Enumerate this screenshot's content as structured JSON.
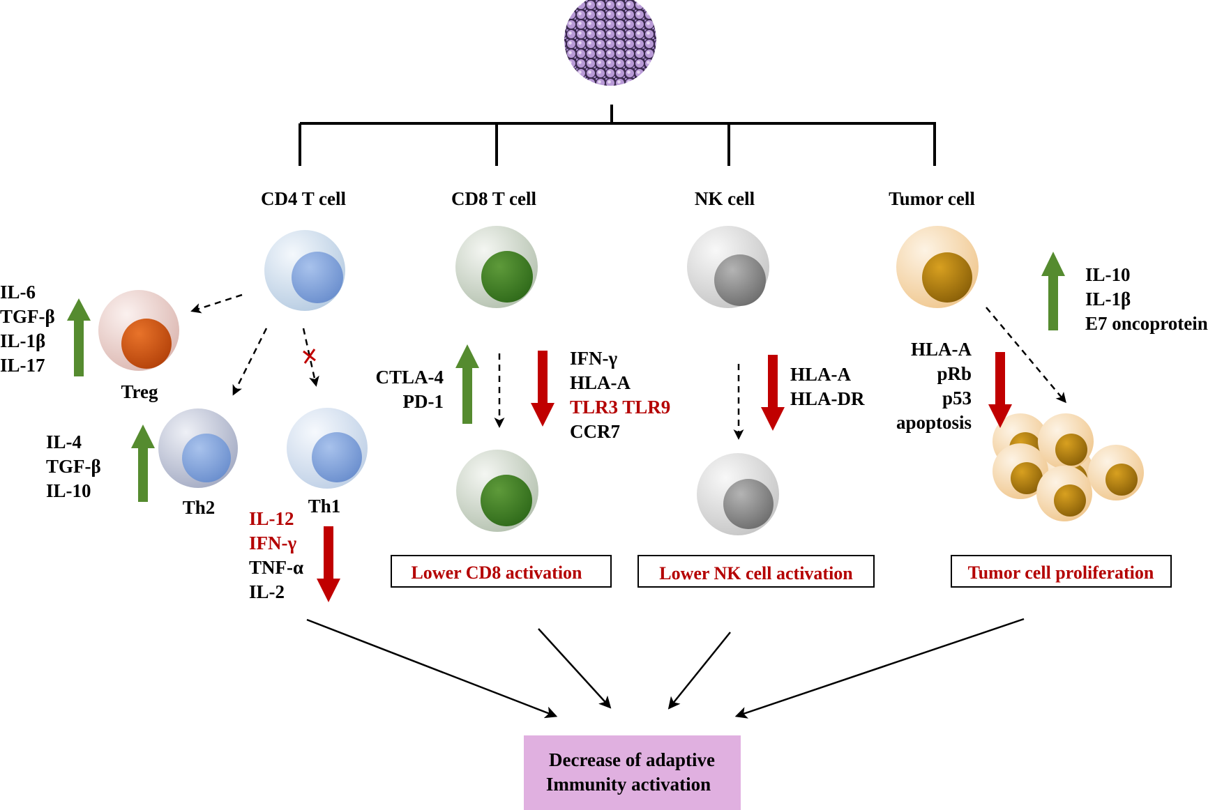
{
  "branches": {
    "cd4": "CD4 T cell",
    "cd8": "CD8 T cell",
    "nk": "NK cell",
    "tumor": "Tumor  cell"
  },
  "cells": {
    "treg": "Treg",
    "th2": "Th2",
    "th1": "Th1"
  },
  "lists": {
    "treg_up": [
      "IL-6",
      "TGF-β",
      "IL-1β",
      "IL-17"
    ],
    "th2_up": [
      "IL-4",
      "TGF-β",
      "IL-10"
    ],
    "th1_down": [
      "IL-12",
      "IFN-γ",
      "TNF-α",
      "IL-2"
    ],
    "cd8_up": [
      "CTLA-4",
      "PD-1"
    ],
    "cd8_down": [
      "IFN-γ",
      "HLA-A",
      "TLR3 TLR9",
      "CCR7"
    ],
    "nk_down": [
      "HLA-A",
      "HLA-DR"
    ],
    "tumor_up": [
      "IL-10",
      "IL-1β",
      "E7 oncoprotein"
    ],
    "tumor_down": [
      "HLA-A",
      "pRb",
      "p53",
      "apoptosis"
    ]
  },
  "outcomes": {
    "cd8": "Lower  CD8 activation",
    "nk": "Lower  NK cell activation",
    "tumor": "Tumor  cell proliferation"
  },
  "final": {
    "line1": "Decrease of adaptive",
    "line2": "Immunity activation"
  },
  "colors": {
    "up_arrow": "#558b2f",
    "down_arrow": "#c00000",
    "highlight_text": "#b40000",
    "final_box": "#e0b0e0"
  }
}
